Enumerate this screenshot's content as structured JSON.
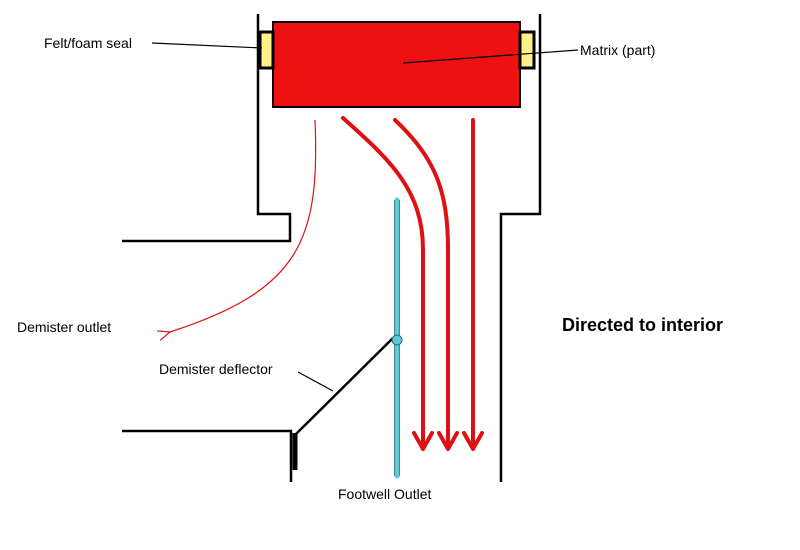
{
  "labels": {
    "felt_seal": "Felt/foam seal",
    "matrix": "Matrix (part)",
    "demister_outlet": "Demister outlet",
    "demister_deflector": "Demister deflector",
    "directed_to_interior": "Directed to interior",
    "footwell_outlet": "Footwell Outlet"
  },
  "colors": {
    "matrix_fill": "#ee1111",
    "seal_fill": "#fff08a",
    "airflow": "#dd1111",
    "deflector_rod": "#5fc8d8",
    "outline": "#000000"
  }
}
